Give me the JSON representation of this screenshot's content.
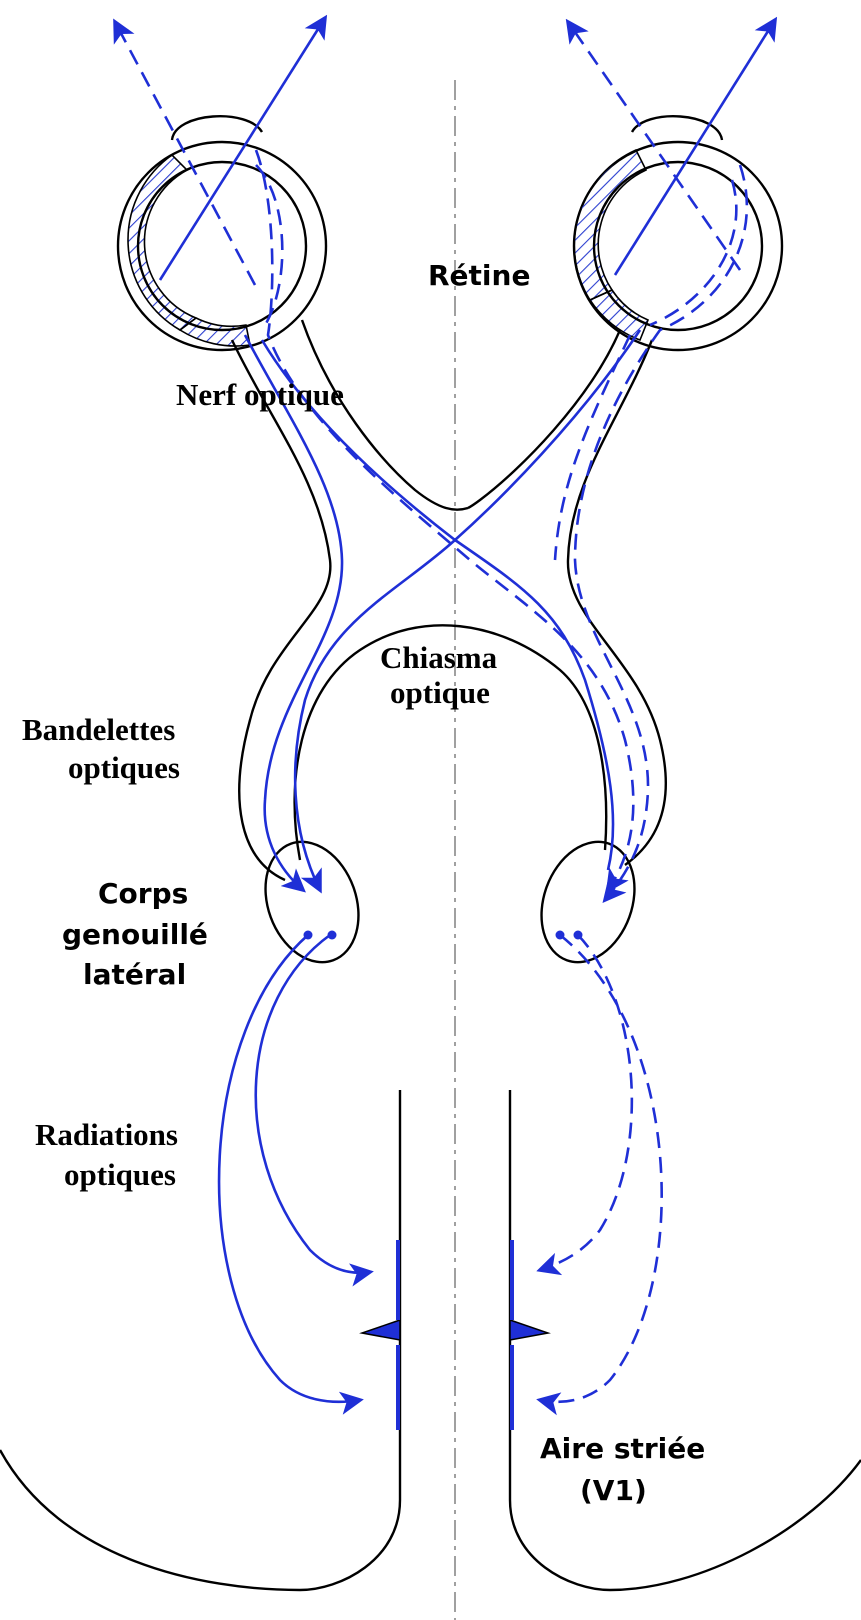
{
  "labels": {
    "retina": "Rétine",
    "optic_nerve": "Nerf optique",
    "chiasm_line1": "Chiasma",
    "chiasm_line2": "optique",
    "tracts_line1": "Bandelettes",
    "tracts_line2": "optiques",
    "lgn_line1": "Corps",
    "lgn_line2": "genouillé",
    "lgn_line3": "latéral",
    "radiations_line1": "Radiations",
    "radiations_line2": "optiques",
    "striate_line1": "Aire striée",
    "striate_line2": "(V1)"
  },
  "colors": {
    "pathway": "#1f2fd6",
    "outline": "#000000",
    "midline": "#9a9a9a"
  }
}
